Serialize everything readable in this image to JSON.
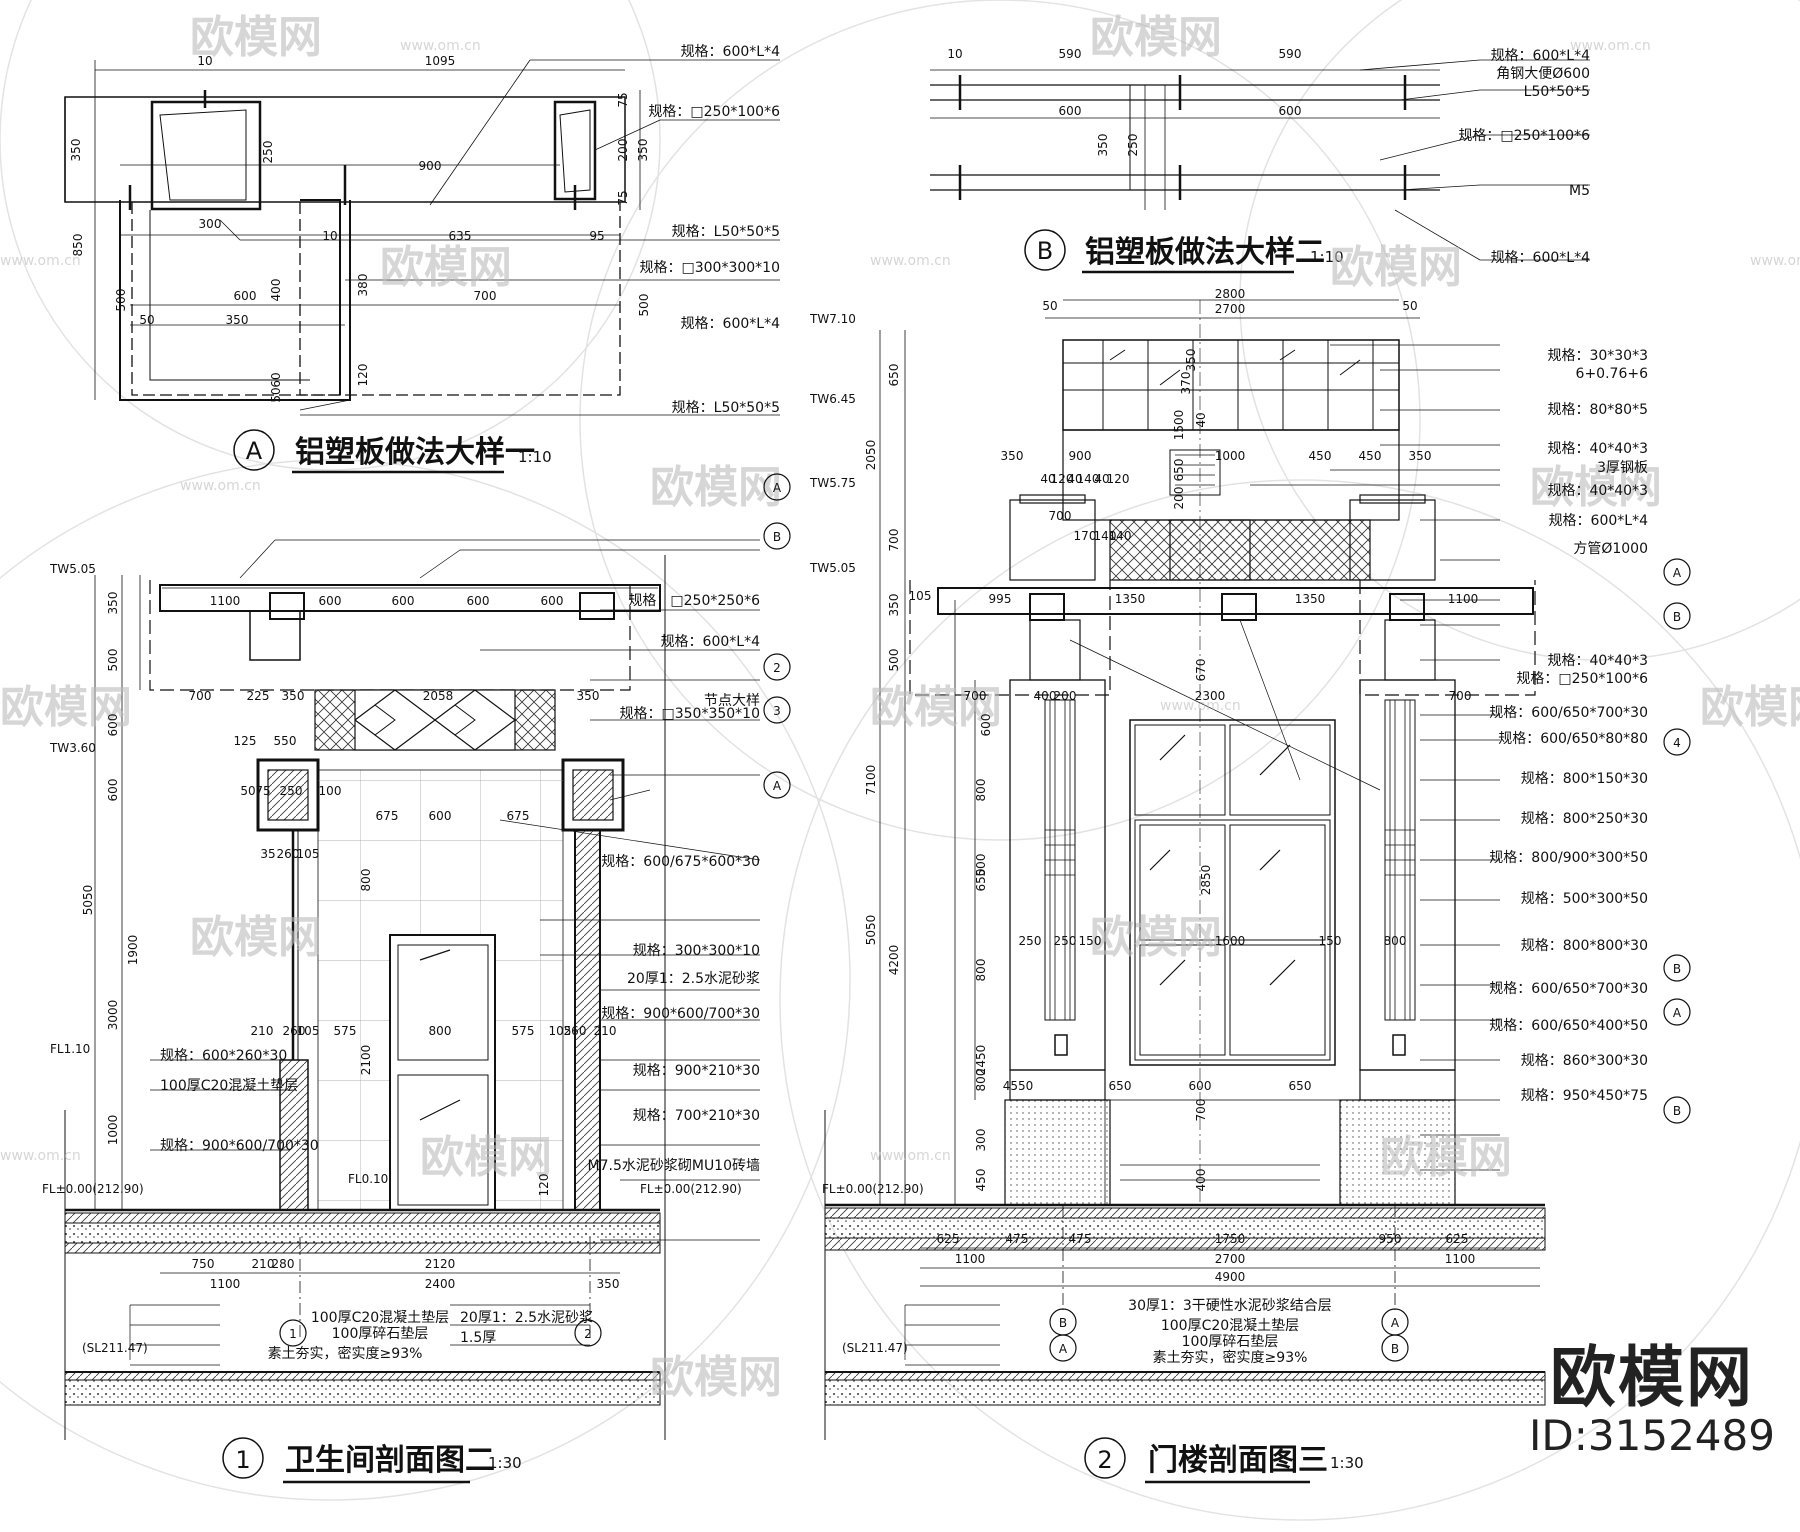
{
  "details": {
    "a": {
      "bubble": "A",
      "title": "铝塑板做法大样一",
      "scale": "1:10"
    },
    "b": {
      "bubble": "B",
      "title": "铝塑板做法大样二",
      "scale": "1:10"
    }
  },
  "sections": {
    "s1": {
      "bubble": "1",
      "title": "卫生间剖面图二",
      "scale": "1:30"
    },
    "s2": {
      "bubble": "2",
      "title": "门楼剖面图三",
      "scale": "1:30"
    }
  },
  "detail_a": {
    "dims": [
      "10",
      "1095",
      "350",
      "250",
      "75",
      "200",
      "350",
      "75",
      "900",
      "300",
      "635",
      "10",
      "95",
      "850",
      "600",
      "700",
      "500",
      "400",
      "380",
      "500",
      "50",
      "350",
      "120",
      "60",
      "50"
    ],
    "notes": [
      "规格：600*L*4",
      "规格：□250*100*6",
      "规格：L50*50*5",
      "规格：□300*300*10",
      "规格：600*L*4",
      "规格：L50*50*5"
    ]
  },
  "detail_b": {
    "dims": [
      "10",
      "590",
      "590",
      "600",
      "600",
      "350",
      "250"
    ],
    "notes": [
      "规格：600*L*4",
      "角钢大便Ø600",
      "L50*50*5",
      "规格：□250*100*6",
      "M5",
      "规格：600*L*4"
    ]
  },
  "section1": {
    "levels": [
      "TW5.05",
      "TW3.60",
      "FL1.10",
      "FL±0.00(212.90)",
      "FL0.10",
      "FL±0.00(212.90)",
      "(SL211.47)"
    ],
    "dims_h": [
      "1100",
      "600",
      "600",
      "600",
      "600",
      "700",
      "225",
      "350",
      "2058",
      "350",
      "125",
      "550",
      "50",
      "75",
      "250",
      "100",
      "675",
      "600",
      "675",
      "35",
      "260",
      "105",
      "210",
      "260",
      "105",
      "575",
      "800",
      "575",
      "105",
      "260",
      "210",
      "750",
      "210",
      "280",
      "2120",
      "1100",
      "2400",
      "350"
    ],
    "dims_v": [
      "350",
      "500",
      "600",
      "600",
      "1900",
      "3000",
      "1000",
      "5050",
      "800",
      "2100",
      "120"
    ],
    "notes": [
      "规格：□250*250*6",
      "规格：600*L*4",
      "节点大样",
      "规格：□350*350*10",
      "规格：600/675*600*30",
      "规格：300*300*10",
      "20厚1：2.5水泥砂浆",
      "规格：900*600/700*30",
      "规格：900*210*30",
      "规格：700*210*30",
      "M7.5水泥砂浆砌MU10砖墙",
      "规格：600*260*30",
      "100厚C20混凝土垫层",
      "规格：900*600/700*30"
    ],
    "layers": [
      "100厚C20混凝土垫层",
      "100厚碎石垫层",
      "素土夯实，密实度≥93%",
      "20厚1：2.5水泥砂浆",
      "1.5厚"
    ],
    "axes": [
      "1",
      "2"
    ],
    "refs": [
      "A",
      "B",
      "2",
      "3",
      "A"
    ]
  },
  "section2": {
    "levels": [
      "TW7.10",
      "TW6.45",
      "TW5.75",
      "TW5.05",
      "FL±0.00(212.90)",
      "(SL211.47)"
    ],
    "dims_h": [
      "2800",
      "2700",
      "50",
      "50",
      "350",
      "900",
      "1000",
      "450",
      "450",
      "350",
      "40",
      "120",
      "40",
      "140",
      "40",
      "120",
      "700",
      "170",
      "140",
      "140",
      "105",
      "995",
      "1350",
      "1350",
      "1100",
      "700",
      "400",
      "200",
      "2300",
      "700",
      "250",
      "250",
      "150",
      "1600",
      "150",
      "800",
      "650",
      "600",
      "650",
      "4550",
      "625",
      "475",
      "475",
      "1750",
      "950",
      "625",
      "1100",
      "2700",
      "1100",
      "4900"
    ],
    "dims_v": [
      "650",
      "2050",
      "700",
      "7100",
      "350",
      "500",
      "670",
      "1500",
      "650",
      "200",
      "5050",
      "4200",
      "600",
      "800",
      "500",
      "650",
      "800",
      "2850",
      "800",
      "2450",
      "300",
      "450",
      "700",
      "400",
      "370",
      "40",
      "350"
    ],
    "notes": [
      "规格：30*30*3",
      "6+0.76+6",
      "规格：80*80*5",
      "规格：40*40*3",
      "3厚钢板",
      "规格：40*40*3",
      "规格：600*L*4",
      "方管Ø1000",
      "规格：40*40*3",
      "规格：□250*100*6",
      "规格：600/650*700*30",
      "规格：600/650*80*80",
      "规格：800*150*30",
      "规格：800*250*30",
      "规格：800/900*300*50",
      "规格：500*300*50",
      "规格：800*800*30",
      "规格：600/650*700*30",
      "规格：600/650*400*50",
      "规格：860*300*30",
      "规格：950*450*75"
    ],
    "layers": [
      "30厚1：3干硬性水泥砂浆结合层",
      "100厚C20混凝土垫层",
      "100厚碎石垫层",
      "素土夯实，密实度≥93%"
    ],
    "axes_b": [
      "B",
      "A",
      "A",
      "B"
    ],
    "refs": [
      "A",
      "B",
      "4",
      "B",
      "A",
      "B"
    ]
  },
  "watermark": {
    "text": "欧模网",
    "site": "www.om.cn"
  },
  "brand": {
    "logo": "欧模网",
    "id": "ID:3152489"
  }
}
